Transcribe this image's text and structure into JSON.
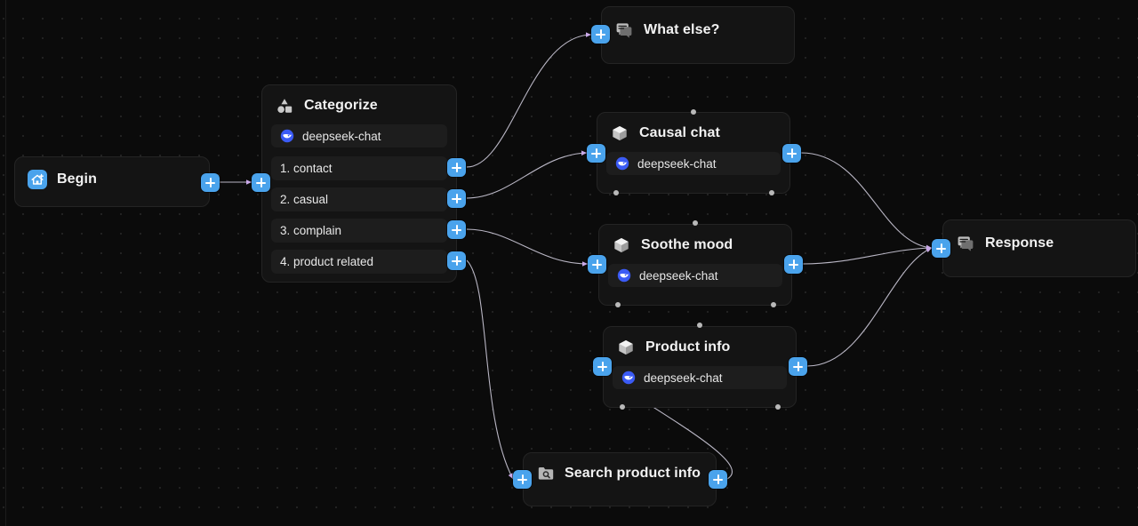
{
  "canvas": {
    "background_color": "#0b0b0b",
    "grid_dot_color": "#242424",
    "accent_color": "#4aa3ec",
    "edge_color": "#b9b6c4",
    "arrow_color": "#c9a8e8"
  },
  "nodes": {
    "begin": {
      "title": "Begin",
      "icon": "home-icon"
    },
    "categorize": {
      "title": "Categorize",
      "icon": "shapes-icon",
      "model": "deepseek-chat",
      "model_icon": "deepseek-whale-icon",
      "categories": [
        {
          "label": "1. contact"
        },
        {
          "label": "2. casual"
        },
        {
          "label": "3. complain"
        },
        {
          "label": "4. product related"
        }
      ]
    },
    "what_else": {
      "title": "What else?",
      "icon": "message-icon"
    },
    "causal_chat": {
      "title": "Causal chat",
      "icon": "cube-icon",
      "model": "deepseek-chat",
      "model_icon": "deepseek-whale-icon"
    },
    "soothe_mood": {
      "title": "Soothe mood",
      "icon": "cube-icon",
      "model": "deepseek-chat",
      "model_icon": "deepseek-whale-icon"
    },
    "product_info": {
      "title": "Product info",
      "icon": "cube-icon",
      "model": "deepseek-chat",
      "model_icon": "deepseek-whale-icon"
    },
    "search_product_info": {
      "title": "Search product info",
      "icon": "folder-search-icon"
    },
    "response": {
      "title": "Response",
      "icon": "message-icon"
    }
  }
}
